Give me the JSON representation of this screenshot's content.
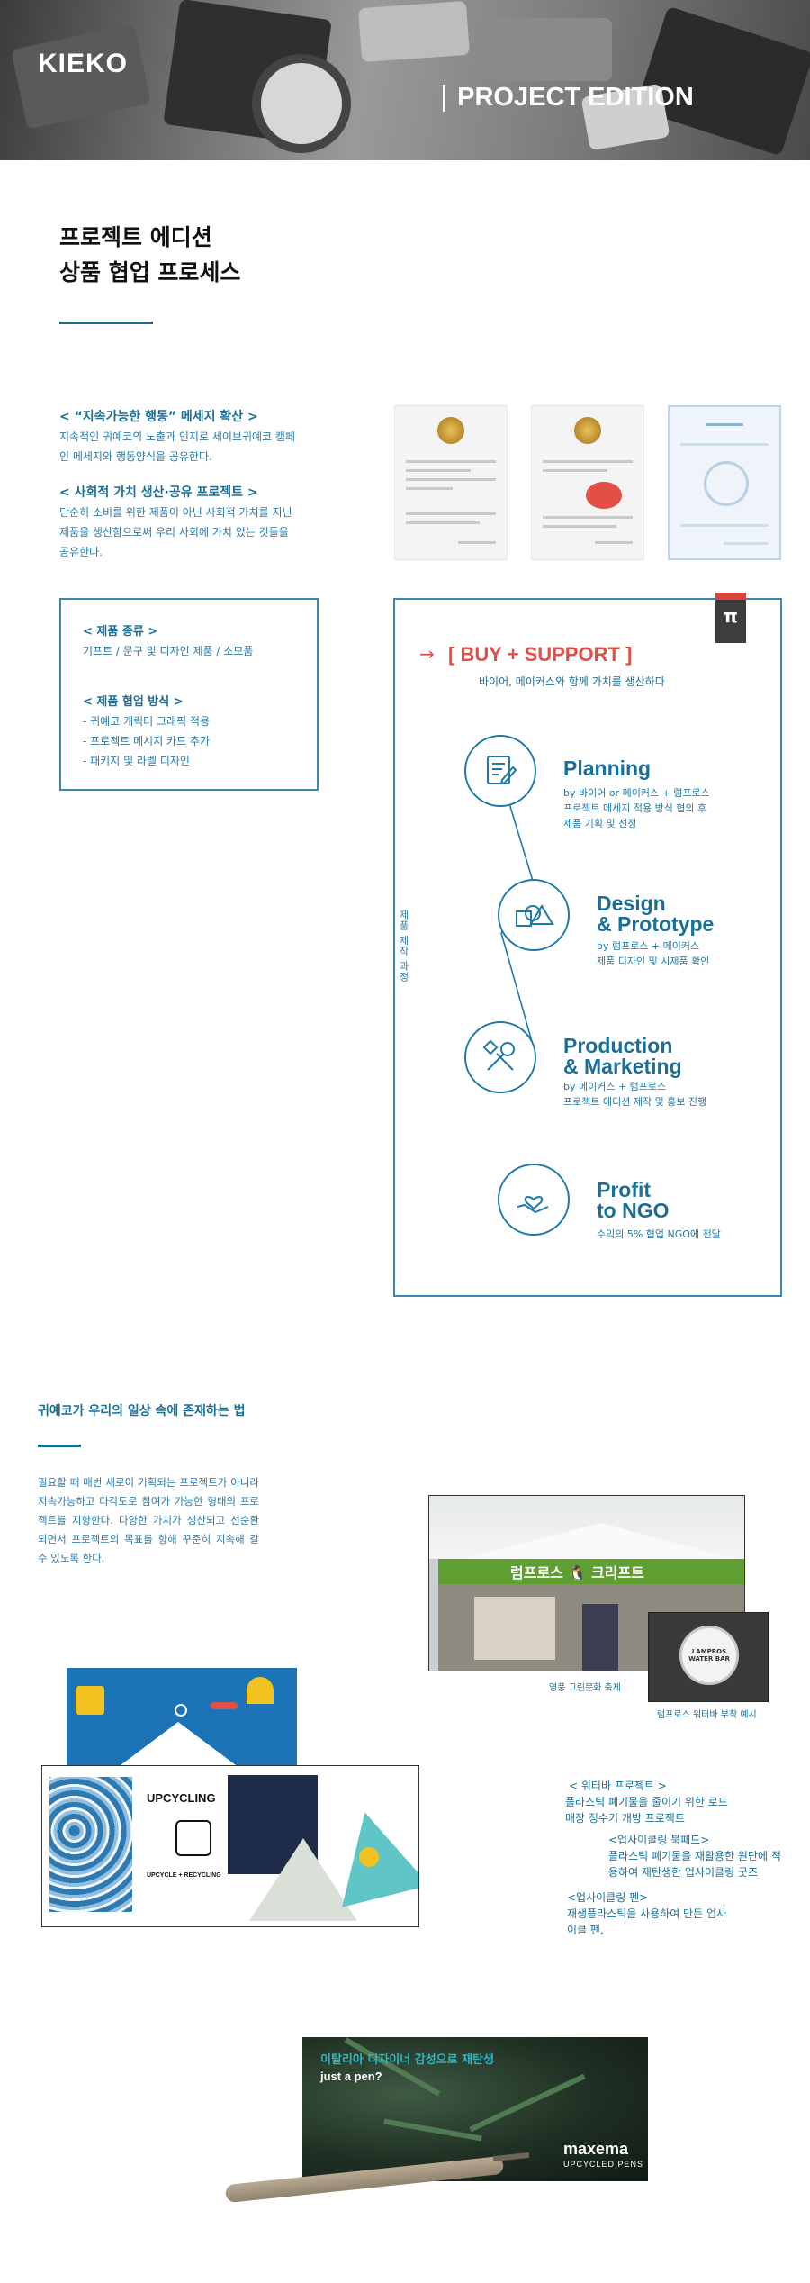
{
  "header": {
    "logo": "KIEKO",
    "edition": "PROJECT EDITION"
  },
  "intro": {
    "title_line1": "프로젝트 에디션",
    "title_line2": "상품 협업 프로세스"
  },
  "sustain": {
    "heading1": "< “지속가능한 행동” 메세지 확산 >",
    "body1_l1": "지속적인 귀예코의 노출과 인지로 세이브귀예코 캠페",
    "body1_l2": "인 메세지와 행동양식을 공유한다.",
    "heading2": "< 사회적 가치 생산·공유 프로젝트 >",
    "body2_l1": "단순히 소비를 위한 제품이 아닌 사회적 가치를 지닌",
    "body2_l2": "제품을 생산함으로써 우리 사회에 가치 있는 것들을",
    "body2_l3": "공유한다."
  },
  "product_box": {
    "type_heading": "< 제품 종류 >",
    "type_body": "기프트 / 문구 및 디자인 제품 / 소모품",
    "method_heading": "< 제품 협업 방식 >",
    "methods": [
      "- 귀예코 캐릭터 그래픽 적용",
      "- 프로젝트 메시지 카드 추가",
      "- 패키지 및 라벨 디자인"
    ]
  },
  "process": {
    "bookmark_icon": "π",
    "buy_title": "[ BUY + SUPPORT ]",
    "buy_sub": "바이어, 메이커스와 함께 가치를 생산하다",
    "vertical_label": "제품 제작 과정",
    "steps": [
      {
        "title1": "Planning",
        "title2": "",
        "sub1": "by 바이어 or 메이커스 + 럼프로스",
        "sub2": "프로젝트 메세지 적용 방식 협의 후",
        "sub3": "제품 기획 및 선정",
        "icon": "planning-document-icon"
      },
      {
        "title1": "Design",
        "title2": "& Prototype",
        "sub1": "by 럼프로스 + 메이커스",
        "sub2": "제품 디자인 및 시제품 확인",
        "sub3": "",
        "icon": "shapes-design-icon"
      },
      {
        "title1": "Production",
        "title2": "& Marketing",
        "sub1": "by 메이커스 + 럼프로스",
        "sub2": "프로젝트 에디션 제작 및 홍보 진행",
        "sub3": "",
        "icon": "tools-wrench-icon"
      },
      {
        "title1": "Profit",
        "title2": "to NGO",
        "sub1": "수익의 5% 협업 NGO에 전달",
        "sub2": "",
        "sub3": "",
        "icon": "heart-hand-icon"
      }
    ]
  },
  "daily": {
    "heading": "귀예코가 우리의 일상 속에 존재하는 법",
    "body": "필요할 때 매번 새로이 기획되는 프로젝트가 아니라 지속가능하고 다각도로 참여가 가능한 형태의 프로젝트를 지향한다. 다양한 가치가 생산되고 선순환 되면서 프로젝트의 목표를 향해 꾸준히 지속해 갈 수 있도록 한다."
  },
  "photos": {
    "tent_sign": "럼프로스 🐧 크리프트",
    "caption_festival": "영풍 그린문화 축제",
    "caption_water": "럼프로스 워터바 부착 예시",
    "water_badge": "LAMPROS WATER BAR",
    "upcycling_title": "UPCYCLING",
    "upcycling_flow": "UPCYCLE + RECYCLING"
  },
  "side_notes": {
    "water_heading": "< 워터바 프로젝트 >",
    "water_l1": "플라스틱 폐기물을 줄이기 위한 로드",
    "water_l2": "매장 정수기 개방 프로젝트",
    "notebook_heading": "<업사이클링 북패드>",
    "notebook_l1": "플라스틱 폐기물을 재활용한 원단에 적",
    "notebook_l2": "용하여 재탄생한 업사이클링 굿즈",
    "pen_heading": "<업사이클링 펜>",
    "pen_l1": "재생플라스틱을 사용하여 만든 업사",
    "pen_l2": "이클 펜."
  },
  "pen_banner": {
    "headline": "이탈리아 디자이너 감성으로 재탄생",
    "sub": "just a pen?",
    "brand": "maxema",
    "brand_sub": "UPCYCLED PENS"
  },
  "colors": {
    "brand_blue": "#1a6f97",
    "accent_red": "#e24f46",
    "dark": "#3d3d3d"
  }
}
